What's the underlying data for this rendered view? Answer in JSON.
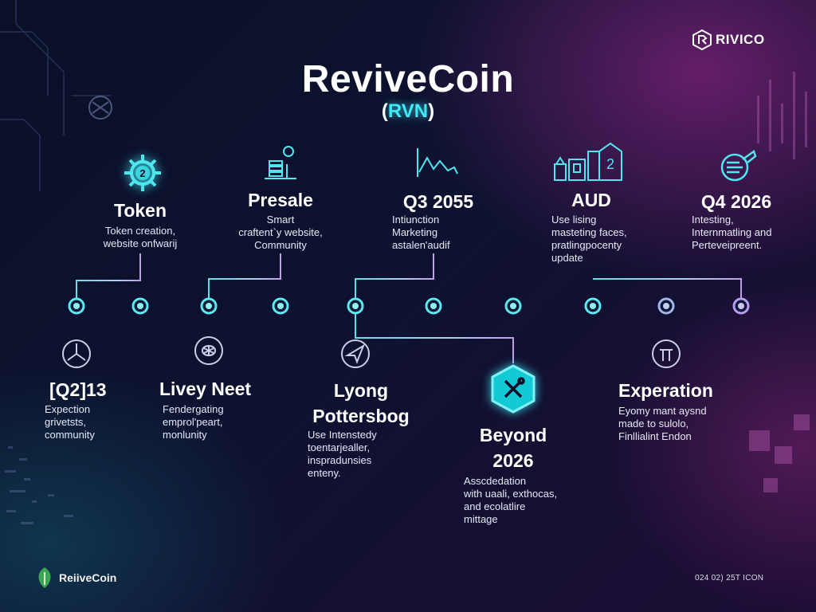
{
  "brand_top_right": {
    "name": "RIVICO",
    "sub": ""
  },
  "title": "ReviveCoin",
  "ticker": {
    "open": "(",
    "symbol": "RVN",
    "close": ")"
  },
  "top_milestones": [
    {
      "icon": "gear-icon",
      "heading": "Token",
      "lines": [
        "Token creation,",
        "website onfwarij"
      ]
    },
    {
      "icon": "bar-chart-icon",
      "heading": "Presale",
      "lines": [
        "Smart",
        "craftent`y website,",
        "Community"
      ]
    },
    {
      "icon": "trend-line-icon",
      "heading": "Q3 2055",
      "lines": [
        "Intiunction",
        "Marketing",
        "astalen'audif"
      ]
    },
    {
      "icon": "buildings-icon",
      "heading": "AUD",
      "lines": [
        "Use lising",
        "masteting faces,",
        "pratlingpocenty",
        "update"
      ]
    },
    {
      "icon": "target-icon",
      "heading": "Q4 2026",
      "lines": [
        "Intesting,",
        "Internmatling and",
        "Perteveipreent."
      ]
    }
  ],
  "bottom_milestones": [
    {
      "icon": "fan-icon",
      "heading": "[Q2]13",
      "lines": [
        "Expection",
        "grivetsts,",
        "community"
      ]
    },
    {
      "icon": "brain-icon",
      "heading": "Livey Neet",
      "lines": [
        "Fendergating",
        "emprol'peart,",
        "monlunity"
      ]
    },
    {
      "icon": "paper-plane-icon",
      "heading": "Lyong Pottersbog",
      "lines": [
        "Use Intenstedy",
        "toentarjealler,",
        "inspradunsies",
        "enteny."
      ]
    },
    {
      "icon": "tools-icon",
      "heading": "Beyond 2026",
      "lines": [
        "Asscdedation",
        "with uaali, exthocas,",
        "and ecolatlire",
        "mittage"
      ]
    },
    {
      "icon": "pi-icon",
      "heading": "Experation",
      "lines": [
        "Eyomy mant aysnd",
        "made to sulolo,",
        "Finllialint Endon"
      ]
    }
  ],
  "footer": {
    "brand": "ReiiveCoin",
    "brand_sub": "",
    "date": "024 02) 25T ICON"
  },
  "colors": {
    "accent": "#3fe9f6",
    "line": "#b9f6fb",
    "node": "#58e9f2",
    "background": "#0d1230",
    "magenta": "#a0289a"
  }
}
